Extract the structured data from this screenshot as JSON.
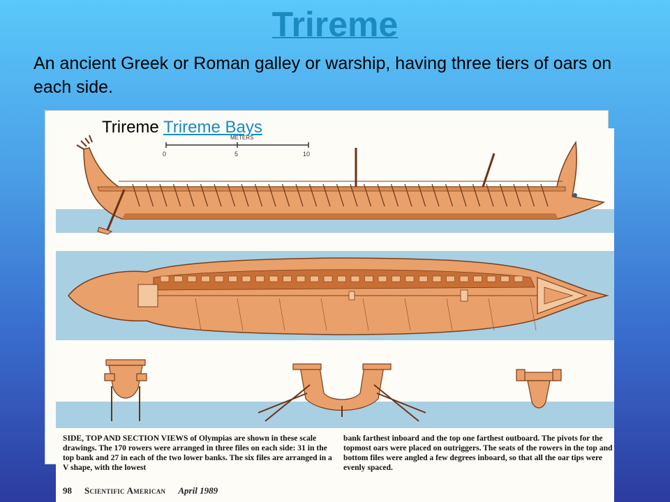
{
  "slide": {
    "title": "Trireme",
    "description": "An ancient Greek or Roman galley or warship, having three tiers of oars on each side."
  },
  "card": {
    "label_prefix": "Trireme",
    "link_text": "Trireme Bays"
  },
  "figure": {
    "scale_title": "METERS",
    "scale_ticks": [
      "0",
      "5",
      "10"
    ],
    "caption_left": "SIDE, TOP AND SECTION VIEWS of Olympias are shown in these scale drawings. The 170 rowers were arranged in three files on each side: 31 in the top bank and 27 in each of the two lower banks. The six files are arranged in a V shape, with the lowest",
    "caption_right": "bank farthest inboard and the top one farthest outboard. The pivots for the topmost oars were placed on outriggers. The seats of the rowers in the top and bottom files were angled a few degrees inboard, so that all the oar tips were evenly spaced.",
    "page_number": "98",
    "journal": "Scientific American",
    "date": "April 1989"
  },
  "colors": {
    "hull": "#e9a06a",
    "hull_dark": "#b4602e",
    "water": "#a9cfe3",
    "link": "#1b8bbf"
  }
}
